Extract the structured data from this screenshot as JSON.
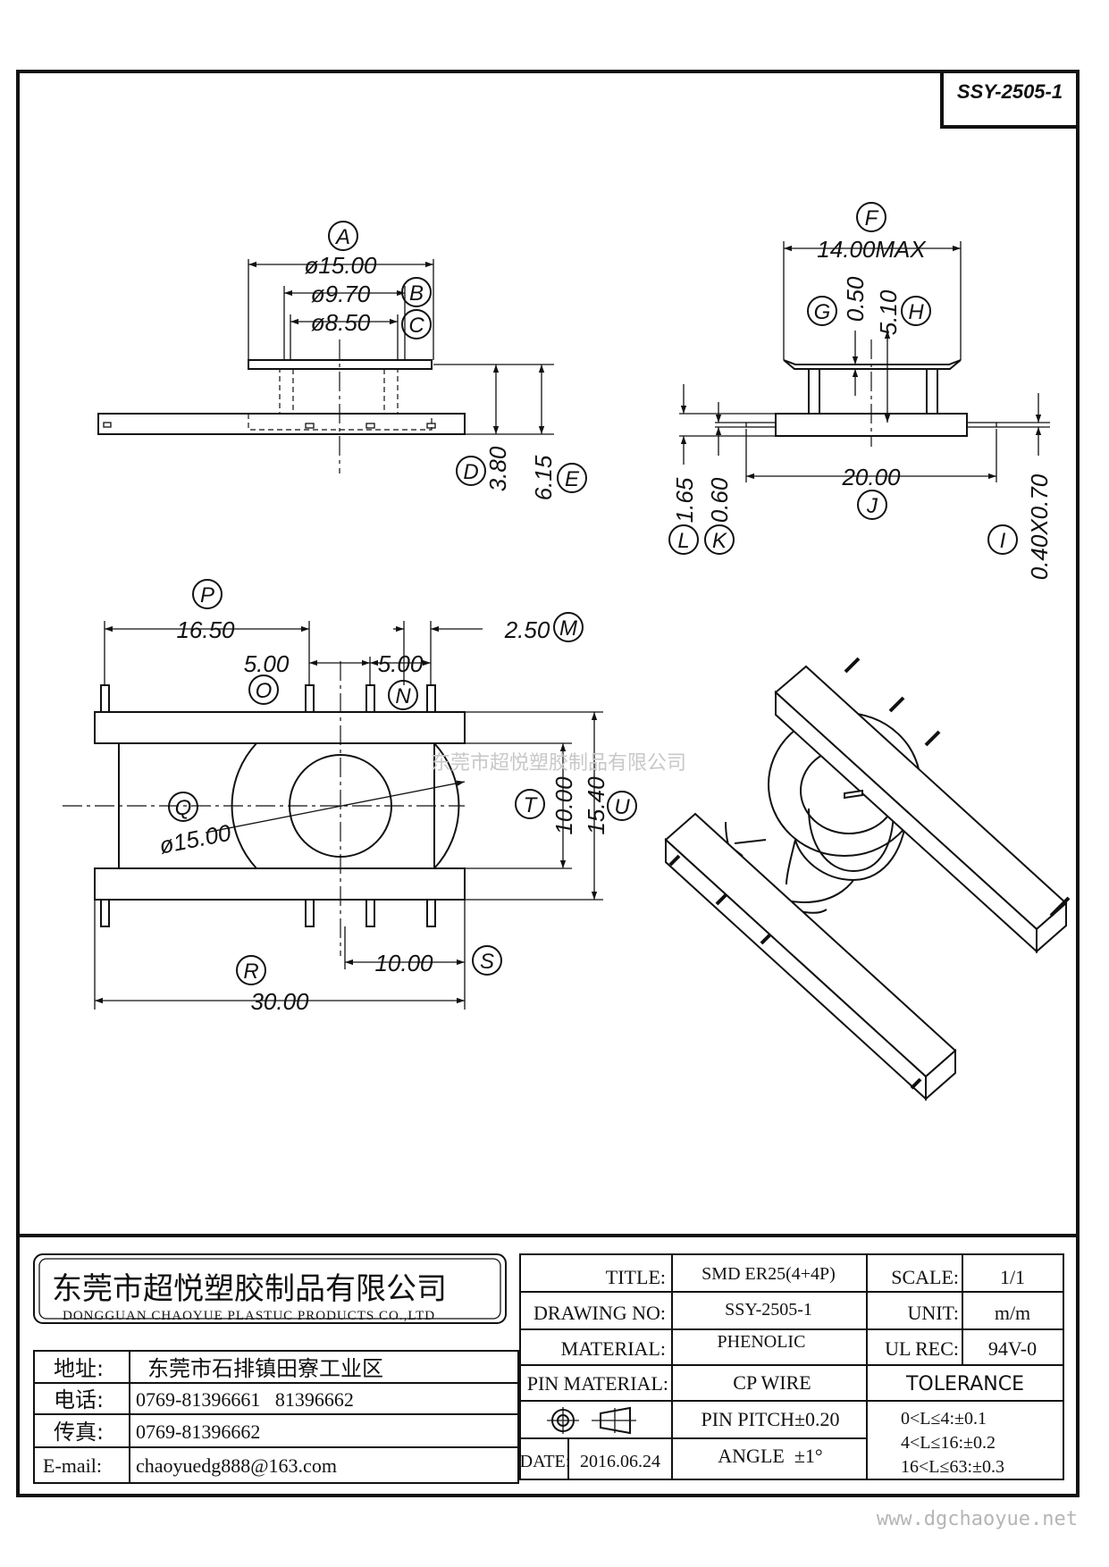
{
  "drawing_code": "SSY-2505-1",
  "watermark": "东莞市超悦塑胶制品有限公司",
  "website": "www.dgchaoyue.net",
  "dims": {
    "A": {
      "label": "A",
      "value": "ø15.00"
    },
    "B": {
      "label": "B",
      "value": "ø9.70"
    },
    "C": {
      "label": "C",
      "value": "ø8.50"
    },
    "D": {
      "label": "D",
      "value": "3.80"
    },
    "E": {
      "label": "E",
      "value": "6.15"
    },
    "F": {
      "label": "F",
      "value": "14.00MAX"
    },
    "G": {
      "label": "G",
      "value": "0.50"
    },
    "H": {
      "label": "H",
      "value": "5.10"
    },
    "I": {
      "label": "I",
      "value": "0.40X0.70"
    },
    "J": {
      "label": "J",
      "value": "20.00"
    },
    "K": {
      "label": "K",
      "value": "0.60"
    },
    "L": {
      "label": "L",
      "value": "1.65"
    },
    "M": {
      "label": "M",
      "value": "2.50"
    },
    "N": {
      "label": "N",
      "value": "5.00"
    },
    "O": {
      "label": "O",
      "value": "5.00"
    },
    "P": {
      "label": "P",
      "value": "16.50"
    },
    "Q": {
      "label": "Q",
      "value": "ø15.00"
    },
    "R": {
      "label": "R",
      "value": "30.00"
    },
    "S": {
      "label": "S",
      "value": "10.00"
    },
    "T": {
      "label": "T",
      "value": "10.00"
    },
    "U": {
      "label": "U",
      "value": "15.40"
    }
  },
  "title_block": {
    "company_cn": "东莞市超悦塑胶制品有限公司",
    "company_en": "DONGGUAN CHAOYUE PLASTUC PRODUCTS CO.,LTD",
    "address_label": "地址:",
    "address": "东莞市石排镇田寮工业区",
    "phone_label": "电话:",
    "phone": "0769-81396661   81396662",
    "fax_label": "传真:",
    "fax": "0769-81396662",
    "email_label": "E-mail:",
    "email": "chaoyuedg888@163.com",
    "title_label": "TITLE:",
    "title": "SMD ER25(4+4P)",
    "drawing_no_label": "DRAWING NO:",
    "drawing_no": "SSY-2505-1",
    "material_label": "MATERIAL:",
    "material": "PHENOLIC",
    "pin_material_label": "PIN MATERIAL:",
    "pin_material": "CP WIRE",
    "pin_pitch": "PIN PITCH±0.20",
    "date_label": "DATE:",
    "date": "2016.06.24",
    "angle": "ANGLE  ±1°",
    "scale_label": "SCALE:",
    "scale": "1/1",
    "unit_label": "UNIT:",
    "unit": "m/m",
    "ul_label": "UL REC:",
    "ul": "94V-0",
    "tolerance_label": "TOLERANCE",
    "tolerances": [
      "0<L≤4:±0.1",
      "4<L≤16:±0.2",
      "16<L≤63:±0.3"
    ]
  }
}
